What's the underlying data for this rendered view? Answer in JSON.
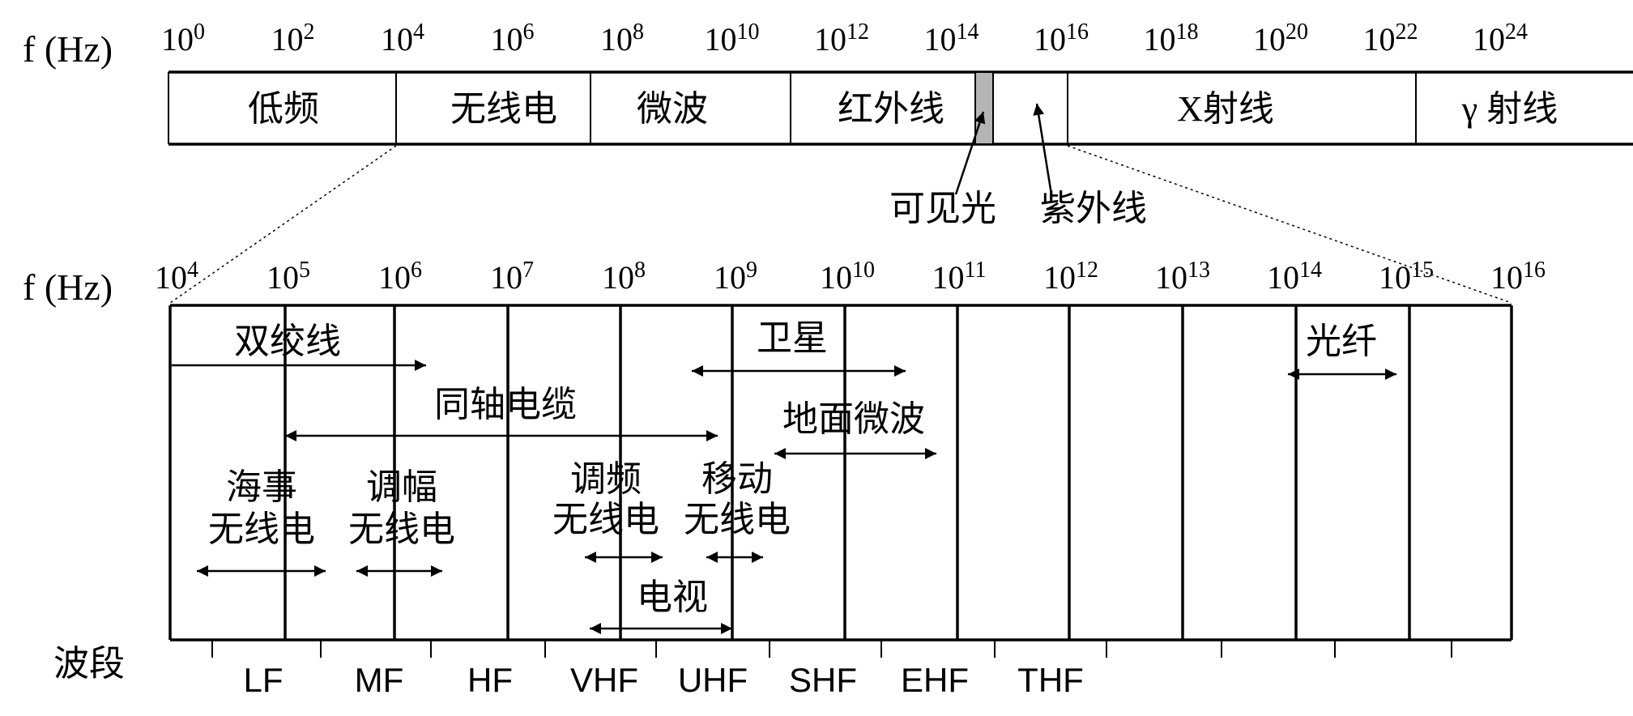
{
  "top_axis": {
    "label": "f (Hz)",
    "base": "10",
    "exponents": [
      "0",
      "2",
      "4",
      "6",
      "8",
      "10",
      "12",
      "14",
      "16",
      "18",
      "20",
      "22",
      "24"
    ]
  },
  "top_bands": [
    "低频",
    "无线电",
    "微波",
    "红外线",
    "",
    "X射线",
    "γ 射线"
  ],
  "top_callouts": {
    "visible": "可见光",
    "ultraviolet": "紫外线"
  },
  "bottom_axis": {
    "label": "f (Hz)",
    "base": "10",
    "exponents": [
      "4",
      "5",
      "6",
      "7",
      "8",
      "9",
      "10",
      "11",
      "12",
      "13",
      "14",
      "15",
      "16"
    ]
  },
  "media": {
    "twisted_pair": "双绞线",
    "coax": "同轴电缆",
    "satellite": "卫星",
    "terrestrial_microwave": "地面微波",
    "fiber": "光纤"
  },
  "radio": {
    "maritime": [
      "海事",
      "无线电"
    ],
    "am": [
      "调幅",
      "无线电"
    ],
    "fm": [
      "调频",
      "无线电"
    ],
    "mobile": [
      "移动",
      "无线电"
    ],
    "tv": "电视"
  },
  "band_row": {
    "label": "波段",
    "bands": [
      "LF",
      "MF",
      "HF",
      "VHF",
      "UHF",
      "SHF",
      "EHF",
      "THF"
    ]
  }
}
